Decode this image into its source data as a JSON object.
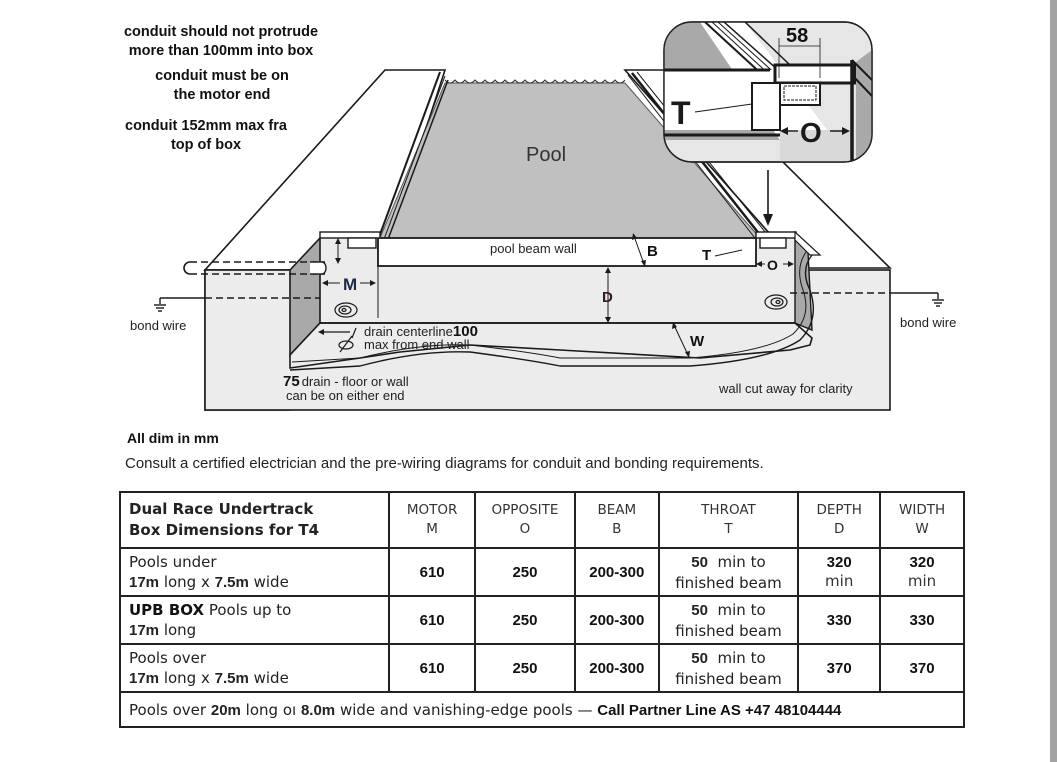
{
  "notes": {
    "protrude": [
      "conduit should not protrude",
      "more than 100mm into box"
    ],
    "motor_end": [
      "conduit must be on",
      "the motor end"
    ],
    "max_from_top": [
      "conduit 152mm max fra",
      "top of box"
    ]
  },
  "diagram": {
    "pool_label": "Pool",
    "beam_wall_label": "pool beam wall",
    "bond_wire_left": "bond wire",
    "bond_wire_right": "bond wire",
    "drain_centerline": [
      "drain centerline",
      "100",
      "max from end wall"
    ],
    "drain_floor": [
      "75",
      "drain - floor or wall",
      "can be on either end"
    ],
    "wall_cutaway": "wall cut away for clarity",
    "dim_letters": {
      "M": "M",
      "B": "B",
      "D": "D",
      "W": "W",
      "T": "T",
      "O": "O"
    },
    "detail": {
      "dimension": "58",
      "T": "T",
      "O": "O"
    },
    "colors": {
      "pool_fill": "#c0c0c0",
      "box_fill": "#ececec",
      "shadow": "#a9a9a9",
      "line": "#1a1a1a"
    }
  },
  "all_dim": "All dim in mm",
  "consult": "Consult a certified electrician and the pre-wiring diagrams for conduit and bonding requirements.",
  "table": {
    "title": [
      "Dual Race Undertrack",
      "Box Dimensions for T4"
    ],
    "headers": [
      {
        "name": "MOTOR",
        "sym": "M"
      },
      {
        "name": "OPPOSITE",
        "sym": "O"
      },
      {
        "name": "BEAM",
        "sym": "B"
      },
      {
        "name": "THROAT",
        "sym": "T"
      },
      {
        "name": "DEPTH",
        "sym": "D"
      },
      {
        "name": "WIDTH",
        "sym": "W"
      }
    ],
    "rows": [
      {
        "desc": {
          "line1_bold": "",
          "line1": "Pools under",
          "length": "17m",
          "mid": "long x",
          "width": "7.5m",
          "end": "wide"
        },
        "motor": "610",
        "opposite": "250",
        "beam": "200-300",
        "throat": {
          "value": "50",
          "text1": "min to",
          "text2": "finished beam"
        },
        "depth": {
          "value": "320",
          "suffix": "min"
        },
        "width": {
          "value": "320",
          "suffix": "min"
        }
      },
      {
        "desc": {
          "line1_bold": "UPB BOX",
          "line1": "Pools up to",
          "length": "17m",
          "mid": "long",
          "width": "",
          "end": ""
        },
        "motor": "610",
        "opposite": "250",
        "beam": "200-300",
        "throat": {
          "value": "50",
          "text1": "min to",
          "text2": "finished beam"
        },
        "depth": {
          "value": "330",
          "suffix": ""
        },
        "width": {
          "value": "330",
          "suffix": ""
        }
      },
      {
        "desc": {
          "line1_bold": "",
          "line1": "Pools over",
          "length": "17m",
          "mid": "long x",
          "width": "7.5m",
          "end": "wide"
        },
        "motor": "610",
        "opposite": "250",
        "beam": "200-300",
        "throat": {
          "value": "50",
          "text1": "min to",
          "text2": "finished beam"
        },
        "depth": {
          "value": "370",
          "suffix": ""
        },
        "width": {
          "value": "370",
          "suffix": ""
        }
      }
    ],
    "footer": {
      "prefix": "Pools over",
      "length": "20m",
      "mid": "long oı",
      "width": "8.0m",
      "suffix": "wide and vanishing-edge pools —",
      "call": "Call Partner Line AS +47 48104444"
    }
  }
}
